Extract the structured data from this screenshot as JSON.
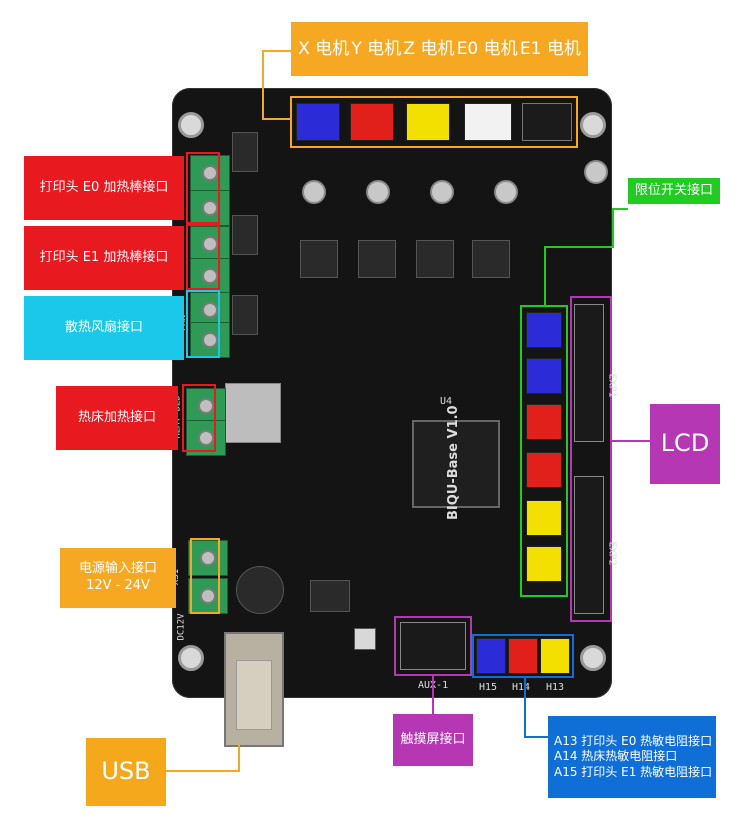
{
  "motors": {
    "x": "X 电机",
    "y": "Y 电机",
    "z": "Z 电机",
    "e0": "E0 电机",
    "e1": "E1 电机"
  },
  "labels": {
    "e0_heater": "打印头 E0 加热棒接口",
    "e1_heater": "打印头 E1 加热棒接口",
    "fan": "散热风扇接口",
    "bed": "热床加热接口",
    "power_line1": "电源输入接口",
    "power_line2": "12V - 24V",
    "usb": "USB",
    "limit_switch": "限位开关接口",
    "lcd": "LCD",
    "touch": "触摸屏接口",
    "thermistor_a13": "A13 打印头 E0 热敏电阻接口",
    "thermistor_a14": "A14 热床热敏电阻接口",
    "thermistor_a15": "A15 打印头 E1 热敏电阻接口"
  },
  "silkscreen": {
    "board_name": "BIQU-Base V1.0",
    "exp1": "EXP1",
    "exp2": "EXP2",
    "aux1": "AUX-1",
    "h15": "H15",
    "h14": "H14",
    "h13": "H13",
    "u4": "U4",
    "heat_bed": "HEAT BED",
    "fan": "FAN",
    "xs1": "XS1",
    "dc12v": "DC12V"
  },
  "colors": {
    "motor_bg": "#f7a823",
    "red": "#e8191f",
    "cyan": "#1cc8ea",
    "green": "#22cb22",
    "purple": "#b637b3",
    "blue": "#0f6fd6",
    "usb": "#f6a81d"
  }
}
